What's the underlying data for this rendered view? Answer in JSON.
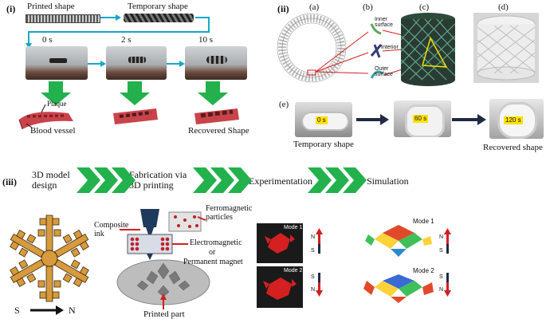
{
  "panel_i": {
    "roman": "(i)",
    "printed_shape": "Printed shape",
    "temporary_shape": "Temporary shape",
    "times": [
      "0 s",
      "2 s",
      "10 s"
    ],
    "plaque": "Plaque",
    "blood_vessel": "Blood vessel",
    "recovered_shape": "Recovered Shape"
  },
  "panel_ii": {
    "roman": "(ii)",
    "sub_a": "(a)",
    "sub_b": "(b)",
    "sub_c": "(c)",
    "sub_d": "(d)",
    "sub_e": "(e)",
    "inner_surface": "Inner surface",
    "interior": "Interior",
    "outer_surface": "Outer surface",
    "times": [
      "0 s",
      "60 s",
      "120 s"
    ],
    "temporary_shape": "Temporary shape",
    "recovered_shape": "Recovered shape"
  },
  "panel_iii": {
    "roman": "(iii)",
    "steps": [
      "3D model design",
      "Fabrication via 3D printing",
      "Experimentation",
      "Simulation"
    ],
    "composite_ink": "Composite ink",
    "ferromagnetic_particles": "Ferromagnetic particles",
    "electromagnetic": "Electromagnetic",
    "or": "or",
    "permanent_magnet": "Permanent magnet",
    "printed_part": "Printed part",
    "mode1": "Mode 1",
    "mode2": "Mode 2",
    "pole_n": "N",
    "pole_s": "S"
  },
  "colors": {
    "green_arrow": "#22b14c",
    "teal_arrow": "#14a8c8",
    "navy_arrow": "#1f2a44",
    "red_arrow": "#d21f1f",
    "vessel": "#c9434a",
    "snowflake": "#d79a3c"
  }
}
